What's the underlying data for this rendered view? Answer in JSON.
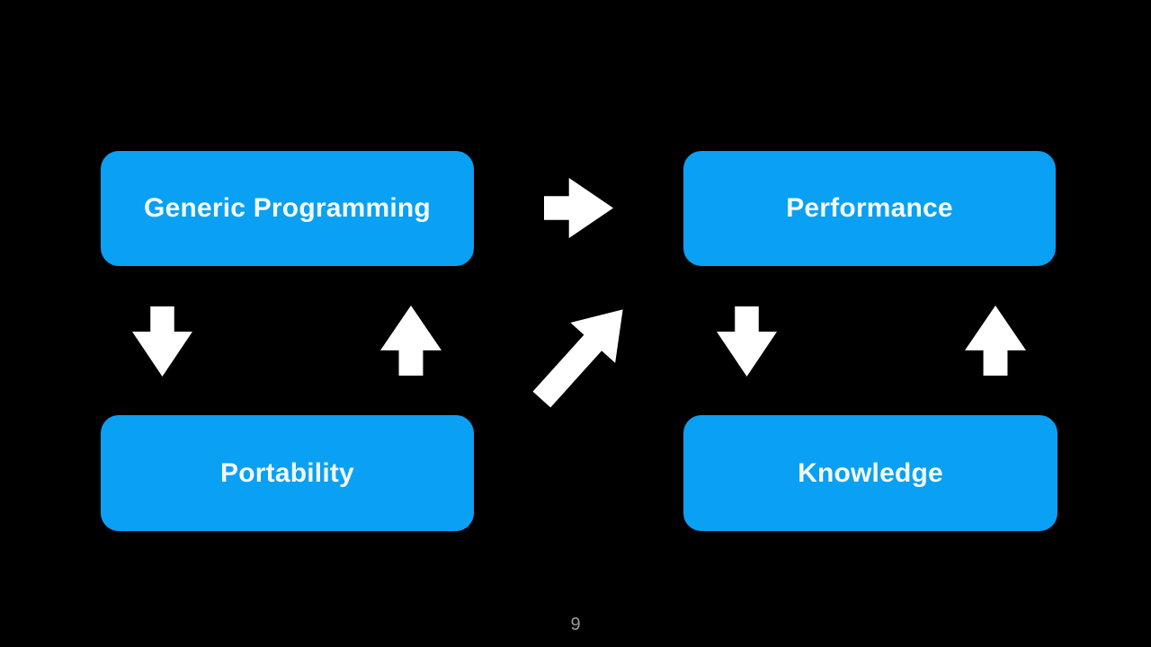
{
  "slide": {
    "page_number": "9"
  },
  "colors": {
    "background": "#000000",
    "node_fill": "#0aa0f3",
    "node_text": "#f2faff",
    "arrow": "#ffffff",
    "page_number_color": "#9c9c9c"
  },
  "diagram": {
    "nodes": [
      {
        "id": "generic-programming",
        "label": "Generic Programming"
      },
      {
        "id": "performance",
        "label": "Performance"
      },
      {
        "id": "portability",
        "label": "Portability"
      },
      {
        "id": "knowledge",
        "label": "Knowledge"
      }
    ],
    "arrows": [
      {
        "name": "arrow-right-icon",
        "direction": "right"
      },
      {
        "name": "arrow-down-left-icon",
        "direction": "down"
      },
      {
        "name": "arrow-up-left-icon",
        "direction": "up"
      },
      {
        "name": "arrow-up-right-diagonal-icon",
        "direction": "up-right"
      },
      {
        "name": "arrow-down-right-icon",
        "direction": "down"
      },
      {
        "name": "arrow-up-right-icon",
        "direction": "up"
      }
    ]
  }
}
